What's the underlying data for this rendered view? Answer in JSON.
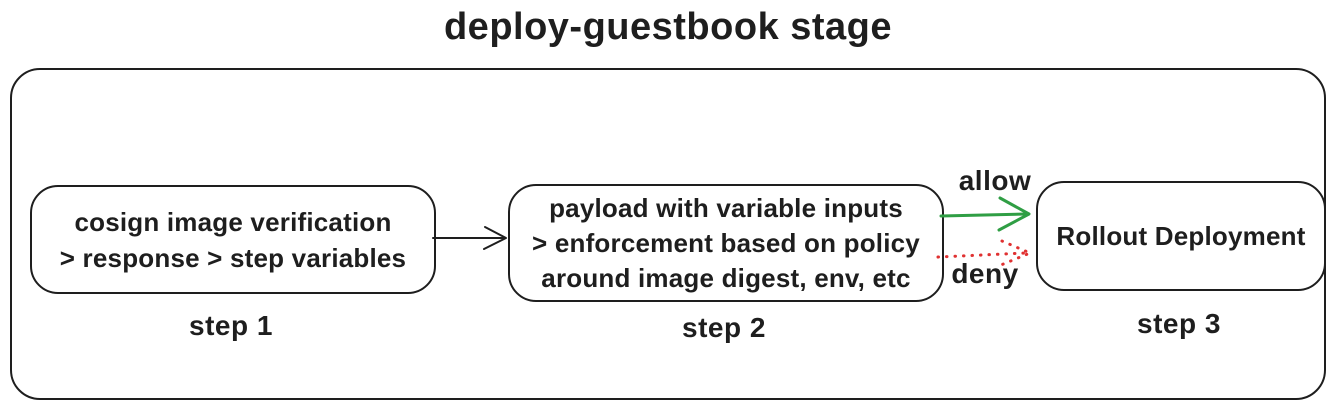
{
  "title": "deploy-guestbook stage",
  "steps": [
    {
      "label": "step 1",
      "lines": [
        "cosign image verification",
        "> response > step variables"
      ]
    },
    {
      "label": "step 2",
      "lines": [
        "payload with variable inputs",
        "> enforcement based on policy",
        "around image digest, env, etc"
      ]
    },
    {
      "label": "step 3",
      "lines": [
        "Rollout Deployment"
      ]
    }
  ],
  "arrows": {
    "connector": {
      "from": "step 1",
      "to": "step 2",
      "style": "solid",
      "color": "#1e1e1e",
      "label": ""
    },
    "allow": {
      "from": "step 2",
      "to": "step 3",
      "style": "solid",
      "color": "#2f9e44",
      "label": "allow"
    },
    "deny": {
      "from": "step 2",
      "to": "step 3",
      "style": "dotted",
      "color": "#e03131",
      "label": "deny"
    }
  },
  "colors": {
    "stroke": "#1e1e1e",
    "background": "#ffffff",
    "allow_green": "#2f9e44",
    "deny_red": "#e03131"
  }
}
